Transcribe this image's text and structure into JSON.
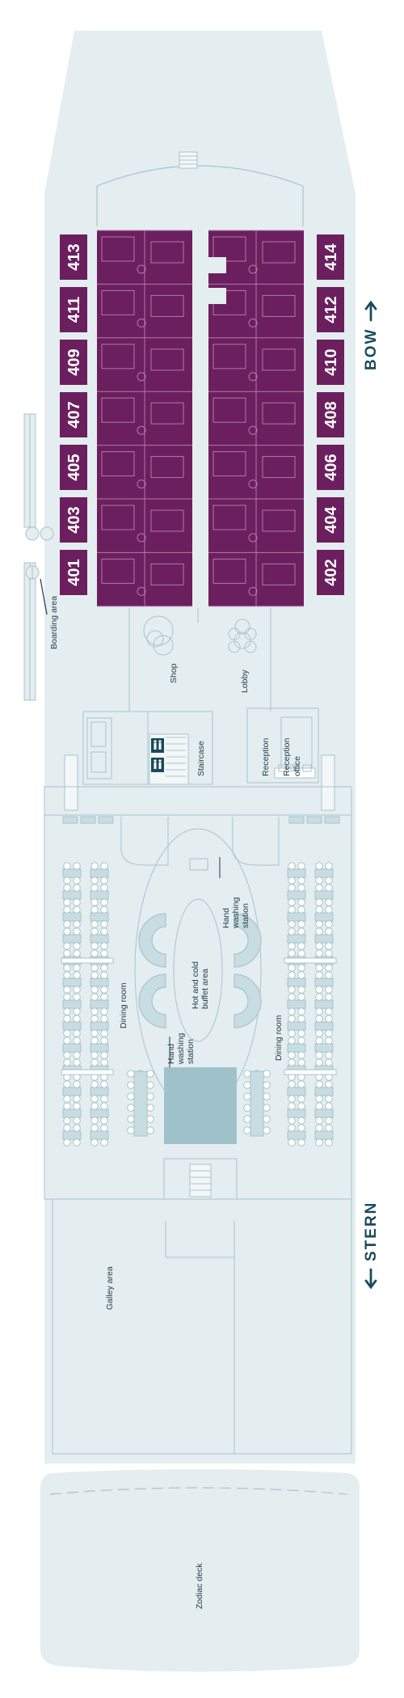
{
  "colors": {
    "hull": "#e4edf0",
    "line": "#a9c4cd",
    "cabin": "#6c1f5e",
    "cabin_dark": "#5a1850",
    "cabin_text": "#ffffff",
    "label_text": "#1e3a46",
    "nav_text": "#1a4b5c",
    "buffet_block": "#9fc1ca"
  },
  "deck": {
    "left_cabins": [
      "413",
      "411",
      "409",
      "407",
      "405",
      "403",
      "401"
    ],
    "right_cabins": [
      "414",
      "412",
      "410",
      "408",
      "406",
      "404",
      "402"
    ],
    "areas": {
      "boarding": "Boarding area",
      "shop": "Shop",
      "lobby": "Lobby",
      "staircase": "Staircase",
      "reception": "Reception",
      "reception_office": "Reception office",
      "hand_washing_top": "Hand washing station",
      "hot_cold_buffet": "Hot and cold buffet area",
      "hand_washing_bottom": "Hand washing station",
      "dining_left": "Dining room",
      "dining_right": "Dining room",
      "galley": "Galley area",
      "zodiac": "Zodiac deck"
    },
    "bow_label": "BOW",
    "stern_label": "STERN",
    "bow_arrow_icon": "arrow-right-icon",
    "stern_arrow_icon": "arrow-left-icon"
  }
}
